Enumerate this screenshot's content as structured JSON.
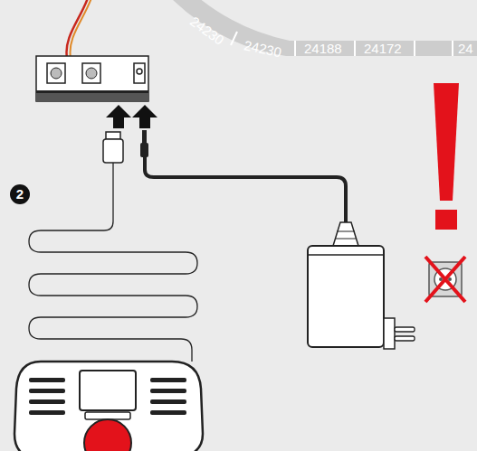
{
  "diagram": {
    "labels": [
      "24230",
      "24230",
      "24188",
      "24172",
      "24",
      "2"
    ]
  }
}
